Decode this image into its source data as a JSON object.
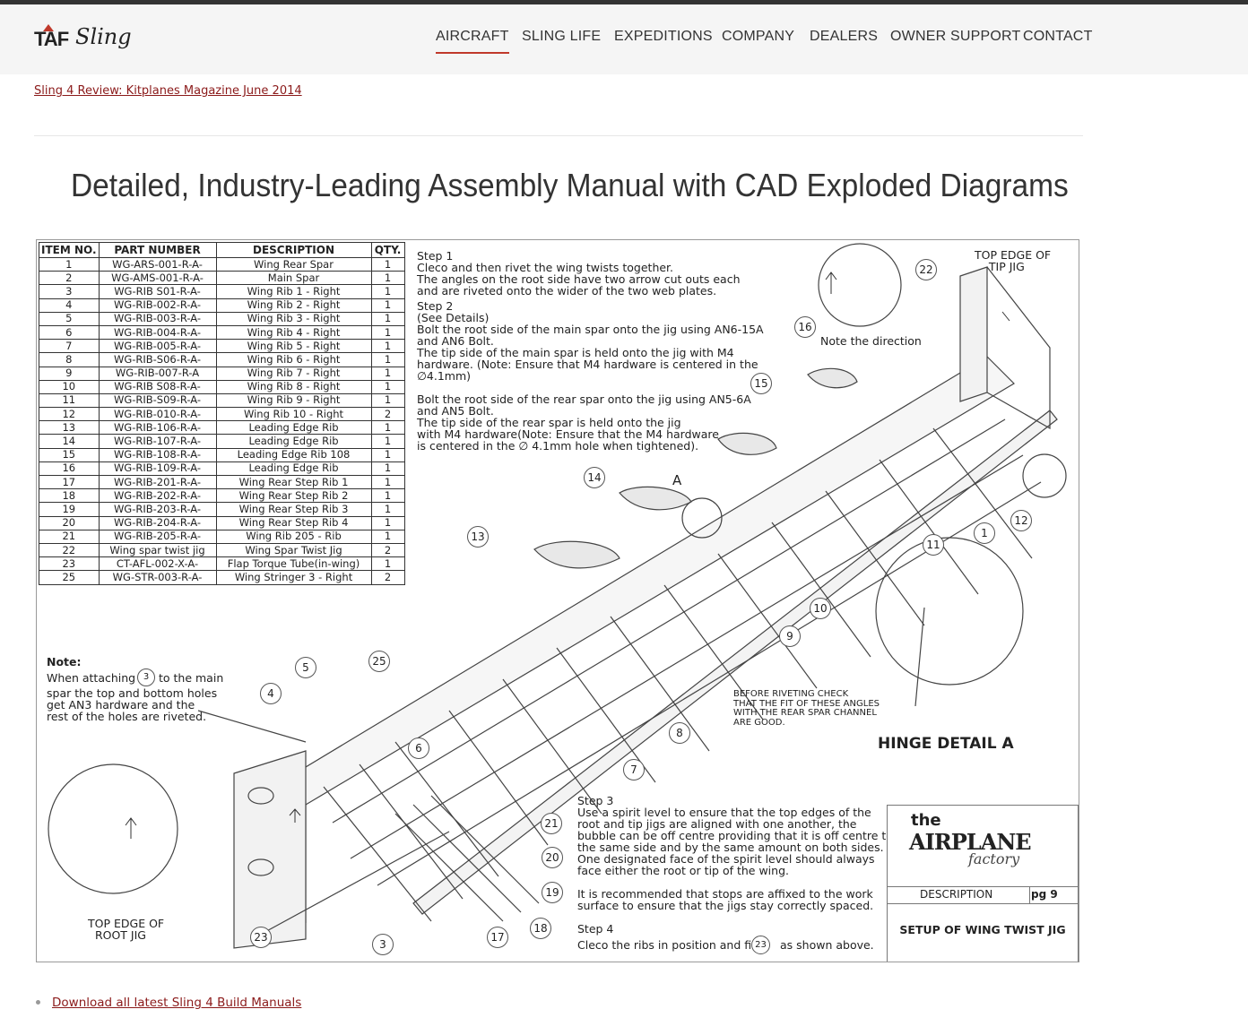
{
  "nav": {
    "logo_text": "TAF",
    "logo_script": "Sling",
    "items": [
      {
        "label": "AIRCRAFT",
        "active": true
      },
      {
        "label": "SLING LIFE"
      },
      {
        "label": "EXPEDITIONS"
      },
      {
        "label": "COMPANY"
      },
      {
        "label": "DEALERS"
      },
      {
        "label": "OWNER SUPPORT"
      },
      {
        "label": "CONTACT"
      }
    ]
  },
  "content": {
    "review_link": "Sling 4 Review: Kitplanes Magazine June 2014",
    "headline": "Detailed, Industry-Leading Assembly Manual with CAD Exploded Diagrams",
    "download_link": "Download all latest Sling 4 Build Manuals"
  },
  "diagram": {
    "table_headers": [
      "ITEM NO.",
      "PART NUMBER",
      "DESCRIPTION",
      "QTY."
    ],
    "parts": [
      [
        "1",
        "WG-ARS-001-R-A-",
        "Wing Rear Spar",
        "1"
      ],
      [
        "2",
        "WG-AMS-001-R-A-",
        "Main Spar",
        "1"
      ],
      [
        "3",
        "WG-RIB S01-R-A-",
        "Wing Rib 1 - Right",
        "1"
      ],
      [
        "4",
        "WG-RIB-002-R-A-",
        "Wing Rib 2 - Right",
        "1"
      ],
      [
        "5",
        "WG-RIB-003-R-A-",
        "Wing Rib 3 - Right",
        "1"
      ],
      [
        "6",
        "WG-RIB-004-R-A-",
        "Wing Rib 4 - Right",
        "1"
      ],
      [
        "7",
        "WG-RIB-005-R-A-",
        "Wing Rib 5 - Right",
        "1"
      ],
      [
        "8",
        "WG-RIB-S06-R-A-",
        "Wing Rib 6 - Right",
        "1"
      ],
      [
        "9",
        "WG-RIB-007-R-A",
        "Wing Rib 7 - Right",
        "1"
      ],
      [
        "10",
        "WG-RIB S08-R-A-",
        "Wing Rib 8 - Right",
        "1"
      ],
      [
        "11",
        "WG-RIB-S09-R-A-",
        "Wing Rib 9 - Right",
        "1"
      ],
      [
        "12",
        "WG-RIB-010-R-A-",
        "Wing Rib 10 - Right",
        "2"
      ],
      [
        "13",
        "WG-RIB-106-R-A-",
        "Leading Edge Rib",
        "1"
      ],
      [
        "14",
        "WG-RIB-107-R-A-",
        "Leading Edge Rib",
        "1"
      ],
      [
        "15",
        "WG-RIB-108-R-A-",
        "Leading Edge Rib 108",
        "1"
      ],
      [
        "16",
        "WG-RIB-109-R-A-",
        "Leading Edge Rib",
        "1"
      ],
      [
        "17",
        "WG-RIB-201-R-A-",
        "Wing Rear Step Rib 1",
        "1"
      ],
      [
        "18",
        "WG-RIB-202-R-A-",
        "Wing Rear Step Rib 2",
        "1"
      ],
      [
        "19",
        "WG-RIB-203-R-A-",
        "Wing Rear Step Rib 3",
        "1"
      ],
      [
        "20",
        "WG-RIB-204-R-A-",
        "Wing Rear Step Rib 4",
        "1"
      ],
      [
        "21",
        "WG-RIB-205-R-A-",
        "Wing Rib 205 - Rib",
        "1"
      ],
      [
        "22",
        "Wing spar twist jig",
        "Wing Spar Twist Jig",
        "2"
      ],
      [
        "23",
        "CT-AFL-002-X-A-",
        "Flap Torque Tube(in-wing)",
        "1"
      ],
      [
        "25",
        "WG-STR-003-R-A-",
        "Wing Stringer 3 - Right",
        "2"
      ]
    ],
    "step1_title": "Step 1",
    "step1_text": "Cleco and then rivet the wing twists together.\nThe angles on the root side have two arrow cut outs each\nand are riveted onto the wider of the two web plates.",
    "step2_title": "Step 2",
    "step2_text": "(See Details)\nBolt the root side of the main spar onto the jig using AN6-15A\nand AN6 Bolt.\nThe tip side of the main spar is held onto the jig with M4\nhardware. (Note: Ensure that M4 hardware is centered in the\n∅4.1mm)\n\nBolt the root side of the rear spar onto the jig using AN5-6A\nand AN5 Bolt.\nThe tip side of the rear spar is held onto the jig\nwith M4 hardware(Note: Ensure that the M4 hardware\nis centered in the ∅ 4.1mm hole when tightened).",
    "top_edge_tip": "TOP EDGE OF\n    TIP JIG",
    "note_direction": "Note the direction",
    "label_a": "A",
    "note_title": "Note:",
    "note_text_1": "When attaching",
    "note_circle": "3",
    "note_text_2": "to the main",
    "note_text_rest": "spar the top and bottom holes\nget AN3 hardware and the\nrest of the holes are riveted.",
    "before_riveting": "BEFORE RIVETING CHECK\nTHAT THE FIT OF THESE ANGLES\nWITH THE REAR SPAR CHANNEL\nARE GOOD.",
    "hinge_detail": "HINGE DETAIL A",
    "step3_title": "Step 3",
    "step3_text": "Use a spirit level to ensure that the top edges of the\nroot and tip jigs are aligned with one another, the\nbubble can be off centre providing that it is off centre to\nthe same side and by the same amount on both sides.\nOne designated face of the spirit level should always\nface either the root or tip of the wing.\n\nIt is recommended that stops are affixed to the work\nsurface to ensure that the jigs stay correctly spaced.",
    "step4_title": "Step 4",
    "step4_text_1": "Cleco the ribs in position and fit",
    "step4_circle": "23",
    "step4_text_2": "as shown above.",
    "top_edge_root": "TOP EDGE OF\n  ROOT JIG",
    "callouts": [
      "22",
      "16",
      "15",
      "14",
      "13",
      "12",
      "11",
      "10",
      "9",
      "8",
      "7",
      "6",
      "5",
      "4",
      "25",
      "1",
      "21",
      "20",
      "19",
      "18",
      "17",
      "3",
      "23"
    ],
    "brand_the": "the",
    "brand_main": "AIRPLANE",
    "brand_sub": "factory",
    "brand_desc_label": "DESCRIPTION",
    "brand_page": "pg 9",
    "brand_title": "SETUP OF WING TWIST JIG"
  },
  "colors": {
    "accent": "#c0392b",
    "link": "#8b1a1a",
    "header_bg": "#f5f5f5",
    "topbar": "#333333"
  }
}
